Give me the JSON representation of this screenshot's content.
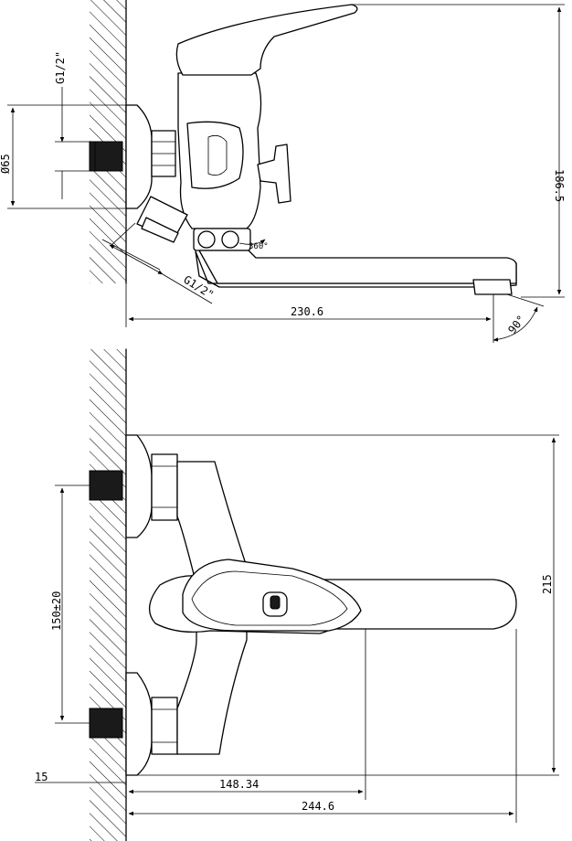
{
  "side_view": {
    "dimensions": {
      "pipe_thread_top": "G1/2\"",
      "body_diameter": "Ø65",
      "overall_height": "186.5",
      "spout_reach": "230.6",
      "swivel_angle": "360°",
      "inlet_thread": "G1/2\"",
      "aerator_angle": "90°"
    }
  },
  "front_view": {
    "dimensions": {
      "inlet_spacing": "150±20",
      "overall_height": "215",
      "wall_offset": "15",
      "handle_reach": "148.34",
      "overall_reach": "244.6"
    }
  },
  "colors": {
    "line": "#000000",
    "background": "#ffffff",
    "thread_fill": "#1a1a1a"
  }
}
